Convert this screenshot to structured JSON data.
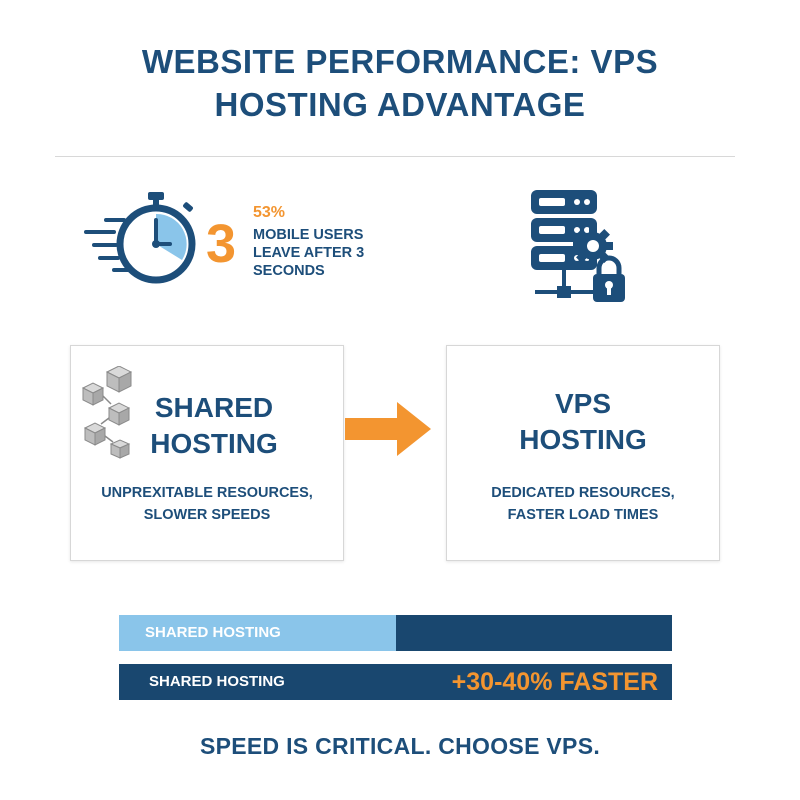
{
  "title": {
    "line1": "WEBSITE PERFORMANCE: VPS",
    "line2": "HOSTING ADVANTAGE"
  },
  "stat": {
    "icon": "stopwatch-icon",
    "big_number": "3",
    "percent": "53%",
    "text": "MOBILE USERS LEAVE AFTER 3 SECONDS"
  },
  "server_icon": "server-lock-icon",
  "shared_card": {
    "icon": "cubes-icon",
    "title_line1": "SHARED",
    "title_line2": "HOSTING",
    "subtitle_line1": "UNPREXITABLE RESOURCES,",
    "subtitle_line2": "SLOWER SPEEDS"
  },
  "vps_card": {
    "title_line1": "VPS",
    "title_line2": "HOSTING",
    "subtitle_line1": "DEDICATED RESOURCES,",
    "subtitle_line2": "FASTER LOAD TIMES"
  },
  "comparison": {
    "bar1": {
      "label": "SHARED HOSTING",
      "fill_fraction": 0.5
    },
    "bar2": {
      "label": "SHARED HOSTING",
      "badge": "+30-40% FASTER"
    }
  },
  "tagline": "SPEED IS CRITICAL. CHOOSE VPS.",
  "colors": {
    "navy": "#1d4e7a",
    "dark_bar": "#19476f",
    "light_blue": "#8ac5ea",
    "orange": "#f39530"
  }
}
